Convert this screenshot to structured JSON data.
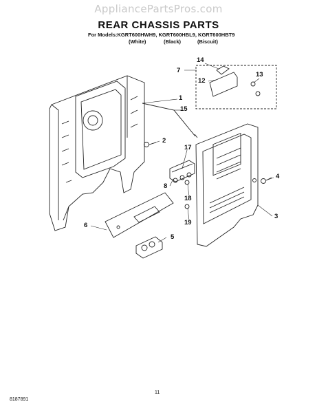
{
  "watermark": "AppliancePartsPros.com",
  "title": "REAR CHASSIS PARTS",
  "models_line": "For Models:KGRT600HWH9, KGRT600HBL9, KGRT600HBT9",
  "variants": [
    "(White)",
    "(Black)",
    "(Biscuit)"
  ],
  "callouts": [
    "1",
    "2",
    "3",
    "4",
    "5",
    "6",
    "7",
    "8",
    "12",
    "13",
    "14",
    "15",
    "17",
    "18",
    "19"
  ],
  "footer": {
    "doc_number": "8187891",
    "page": "11"
  }
}
